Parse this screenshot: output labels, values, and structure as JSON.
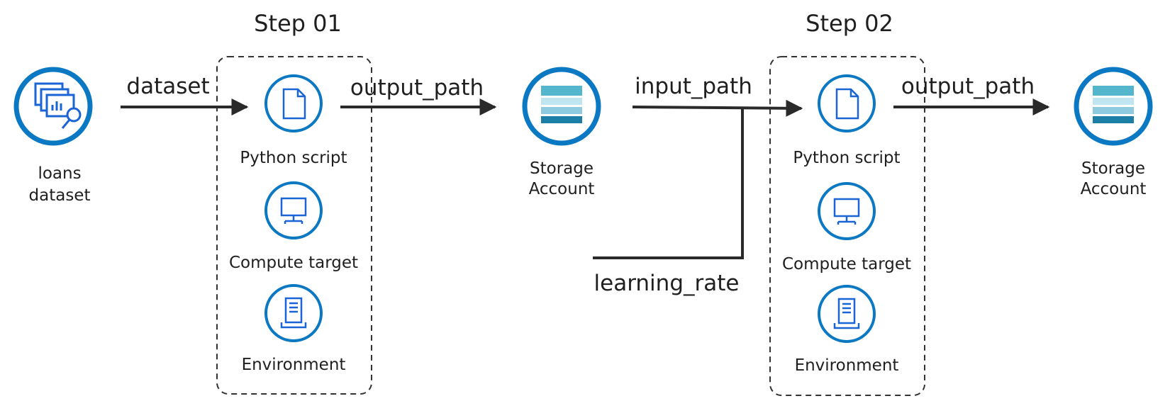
{
  "steps": [
    {
      "title": "Step 01",
      "items": [
        {
          "label": "Python script",
          "icon": "script-icon"
        },
        {
          "label": "Compute target",
          "icon": "compute-target-icon"
        },
        {
          "label": "Environment",
          "icon": "environment-icon"
        }
      ]
    },
    {
      "title": "Step 02",
      "items": [
        {
          "label": "Python script",
          "icon": "script-icon"
        },
        {
          "label": "Compute target",
          "icon": "compute-target-icon"
        },
        {
          "label": "Environment",
          "icon": "environment-icon"
        }
      ]
    }
  ],
  "nodes": {
    "dataset": {
      "line1": "loans",
      "line2": "dataset",
      "icon": "dataset-icon"
    },
    "storage1": {
      "line1": "Storage",
      "line2": "Account",
      "icon": "storage-account-icon"
    },
    "storage2": {
      "line1": "Storage",
      "line2": "Account",
      "icon": "storage-account-icon"
    }
  },
  "edges": {
    "dataset": "dataset",
    "output1": "output_path",
    "input2": "input_path",
    "learning_rate": "learning_rate",
    "output2": "output_path"
  },
  "colors": {
    "ring": "#0a78c2",
    "icon": "#1a64d6",
    "storage_top": "#54b6cc",
    "storage_mid": "#bfe6f0",
    "storage_bottom": "#1e7fa6",
    "arrow": "#2a2a2a",
    "dashed_box": "#333333"
  }
}
